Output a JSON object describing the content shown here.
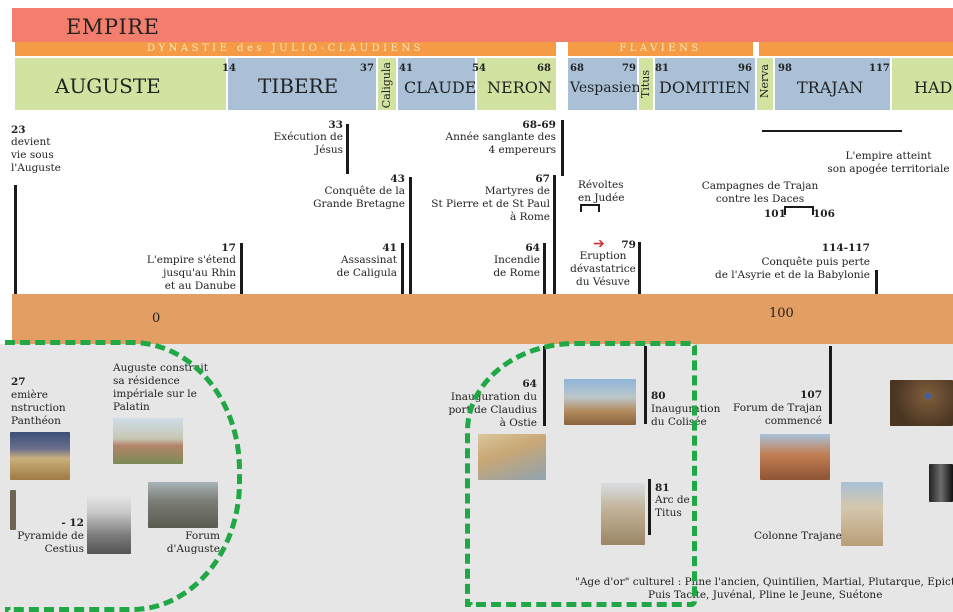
{
  "header": {
    "empire": "EMPIRE"
  },
  "dynasties": {
    "julio": "DYNASTIE des JULIO-CLAUDIENS",
    "flaviens": "FLAVIENS"
  },
  "emperors": {
    "auguste": "AUGUSTE",
    "tibere": "TIBERE",
    "caligula": "Caligula",
    "claude": "CLAUDE",
    "neron": "NERON",
    "vespasien": "Vespasien",
    "titus": "Titus",
    "domitien": "DOMITIEN",
    "nerva": "Nerva",
    "trajan": "TRAJAN",
    "hadrien": "HAD"
  },
  "years": {
    "y14": "14",
    "y37": "37",
    "y41": "41",
    "y54": "54",
    "y68": "68",
    "y68b": "68",
    "y79": "79",
    "y81": "81",
    "y96": "96",
    "y98": "98",
    "y117": "117"
  },
  "events": {
    "e23_year": "23",
    "e23_text": "devient\nvie sous\nl'Auguste",
    "e33_year": "33",
    "e33_text": "Exécution de\nJésus",
    "e6869_year": "68-69",
    "e6869_text": "Année sanglante des\n4 empereurs",
    "e43_year": "43",
    "e43_text": "Conquête de la\nGrande Bretagne",
    "e67_year": "67",
    "e67_text": "Martyres de\nSt Pierre et de St Paul\nà Rome",
    "revoltes": "Révoltes\nen Judée",
    "campagnes": "Campagnes de Trajan\ncontre les Daces",
    "campagnes_y1": "101",
    "campagnes_y2": "106",
    "apogee": "L'empire atteint\nson apogée territoriale",
    "e17_year": "17",
    "e17_text": "L'empire s'étend\njusqu'au Rhin\net au Danube",
    "e41_year": "41",
    "e41_text": "Assassinat\nde Caligula",
    "e64_year": "64",
    "e64_text": "Incendie\nde Rome",
    "e79_year": "79",
    "e79_text": "Eruption\ndévastatrice\ndu Vésuve",
    "e114_year": "114-117",
    "e114_text": "Conquête puis perte\nde l'Asyrie et de la Babylonie"
  },
  "timeline": {
    "zero": "0",
    "hundred": "100"
  },
  "lower": {
    "pantheon_year": "27",
    "pantheon_text": "emière\nnstruction\nPanthéon",
    "auguste_res": "Auguste construit\nsa résidence\nimpériale sur le\nPalatin",
    "pyramide_year": "- 12",
    "pyramide_text": "Pyramide de\nCestius",
    "forum_auguste": "Forum\nd'Auguste",
    "claudius_year": "64",
    "claudius_text": "Inauguration du\nport de Claudius\nà Ostie",
    "colisee_year": "80",
    "colisee_text": "Inauguration\ndu Colisée",
    "arc_year": "81",
    "arc_text": "Arc de\nTitus",
    "forum_trajan_year": "107",
    "forum_trajan_text": "Forum de Trajan\ncommencé",
    "colonne": "Colonne Trajane",
    "age_dor_1": "\"Age d'or\" culturel : Pline l'ancien, Quintilien, Martial, Plutarque, Epictète.",
    "age_dor_2": "Puis Tacite, Juvénal, Pline le Jeune, Suétone"
  },
  "colors": {
    "empire": "#f47e6e",
    "dynasty": "#f59a45",
    "green": "#d2e3a1",
    "blue": "#a9c0d6",
    "band": "#e39e63",
    "dash": "#1fa845",
    "arrow": "#d32f2f"
  }
}
